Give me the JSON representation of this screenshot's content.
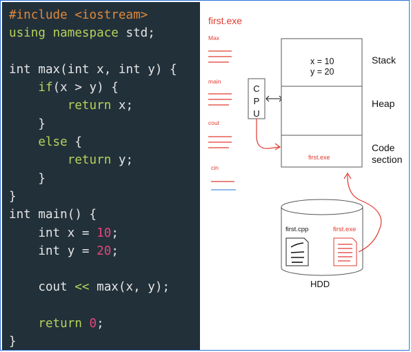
{
  "code": {
    "lines": [
      [
        {
          "t": "#include ",
          "c": "inc"
        },
        {
          "t": "<iostream>",
          "c": "inc"
        }
      ],
      [
        {
          "t": "using ",
          "c": "kw"
        },
        {
          "t": "namespace ",
          "c": "kw"
        },
        {
          "t": "std;",
          "c": "punct"
        }
      ],
      [],
      [
        {
          "t": "int ",
          "c": "punct"
        },
        {
          "t": "max(",
          "c": "punct"
        },
        {
          "t": "int ",
          "c": "punct"
        },
        {
          "t": "x, ",
          "c": "punct"
        },
        {
          "t": "int ",
          "c": "punct"
        },
        {
          "t": "y) {",
          "c": "punct"
        }
      ],
      [
        {
          "t": "    if",
          "c": "kw"
        },
        {
          "t": "(x > y) {",
          "c": "punct"
        }
      ],
      [
        {
          "t": "        return ",
          "c": "kw"
        },
        {
          "t": "x;",
          "c": "punct"
        }
      ],
      [
        {
          "t": "    }",
          "c": "punct"
        }
      ],
      [
        {
          "t": "    else ",
          "c": "kw"
        },
        {
          "t": "{",
          "c": "punct"
        }
      ],
      [
        {
          "t": "        return ",
          "c": "kw"
        },
        {
          "t": "y;",
          "c": "punct"
        }
      ],
      [
        {
          "t": "    }",
          "c": "punct"
        }
      ],
      [
        {
          "t": "}",
          "c": "punct"
        }
      ],
      [
        {
          "t": "int ",
          "c": "punct"
        },
        {
          "t": "main() {",
          "c": "punct"
        }
      ],
      [
        {
          "t": "    int ",
          "c": "punct"
        },
        {
          "t": "x = ",
          "c": "punct"
        },
        {
          "t": "10",
          "c": "num"
        },
        {
          "t": ";",
          "c": "punct"
        }
      ],
      [
        {
          "t": "    int ",
          "c": "punct"
        },
        {
          "t": "y = ",
          "c": "punct"
        },
        {
          "t": "20",
          "c": "num"
        },
        {
          "t": ";",
          "c": "punct"
        }
      ],
      [],
      [
        {
          "t": "    cout ",
          "c": "punct"
        },
        {
          "t": "<< ",
          "c": "kw"
        },
        {
          "t": "max(x, y);",
          "c": "punct"
        }
      ],
      [],
      [
        {
          "t": "    return ",
          "c": "kw"
        },
        {
          "t": "0",
          "c": "num"
        },
        {
          "t": ";",
          "c": "punct"
        }
      ],
      [
        {
          "t": "}",
          "c": "punct"
        }
      ]
    ]
  },
  "diagram": {
    "title": "first.exe",
    "functions": [
      "Max",
      "main",
      "cout",
      "cin"
    ],
    "cpu_letters": [
      "C",
      "P",
      "U"
    ],
    "memory": {
      "stack_values": [
        "x = 10",
        "y = 20"
      ],
      "code_section_content": "first.exe",
      "labels": {
        "stack": "Stack",
        "heap": "Heap",
        "code_1": "Code",
        "code_2": "section"
      }
    },
    "hdd": {
      "label": "HDD",
      "file_cpp": "first.cpp",
      "file_exe": "first.exe"
    },
    "colors": {
      "accent_red": "#e03a2f",
      "frame_blue": "#2b6fd6",
      "code_bg": "#22303a"
    }
  }
}
